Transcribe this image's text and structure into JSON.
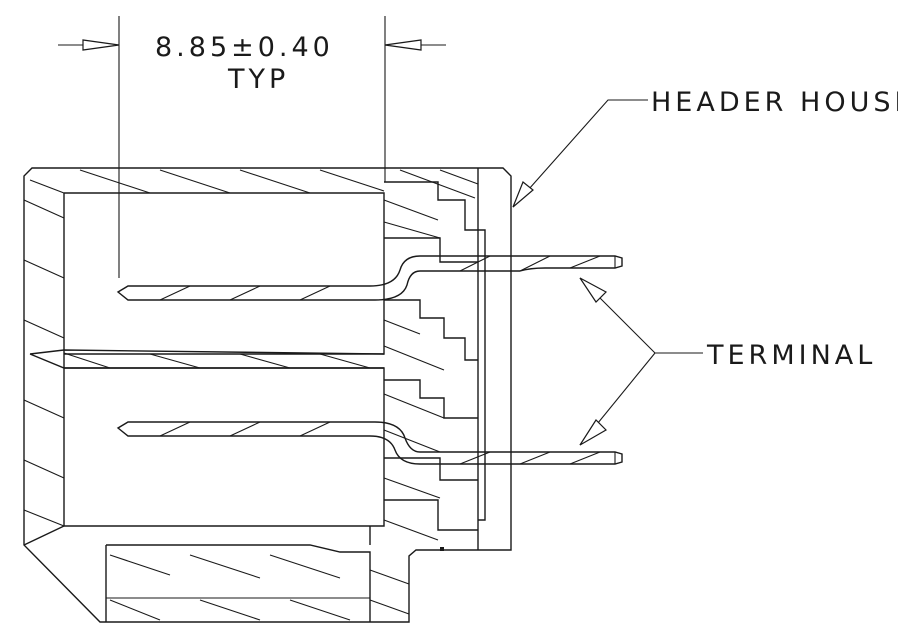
{
  "dimension": {
    "value": "8.85±0.40",
    "qualifier": "TYP"
  },
  "callouts": {
    "housing": "HEADER HOUSING",
    "terminal": "TERMINAL"
  }
}
